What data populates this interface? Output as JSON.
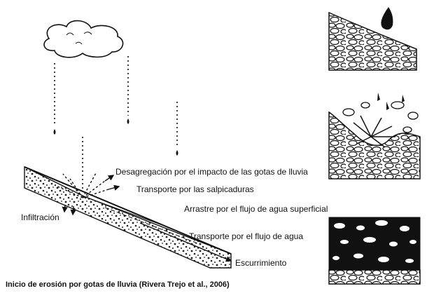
{
  "labels": {
    "desagregacion": "Desagregación por el impacto de las gotas de lluvia",
    "transporte_salpicaduras": "Transporte por las salpicaduras",
    "arrastre": "Arrastre por el flujo de agua superficial",
    "infiltracion": "Infiltración",
    "transporte_flujo": "Transporte por el flujo de agua",
    "escurrimiento": "Escurrimiento"
  },
  "caption": "Inicio de erosión por gotas de lluvia (Rivera Trejo et al., 2006)",
  "icons": [
    "cloud-icon",
    "raindrop-icon",
    "splash-icon",
    "soil-slope",
    "soil-panel"
  ],
  "colors": {
    "ink": "#111111",
    "background": "#ffffff"
  }
}
